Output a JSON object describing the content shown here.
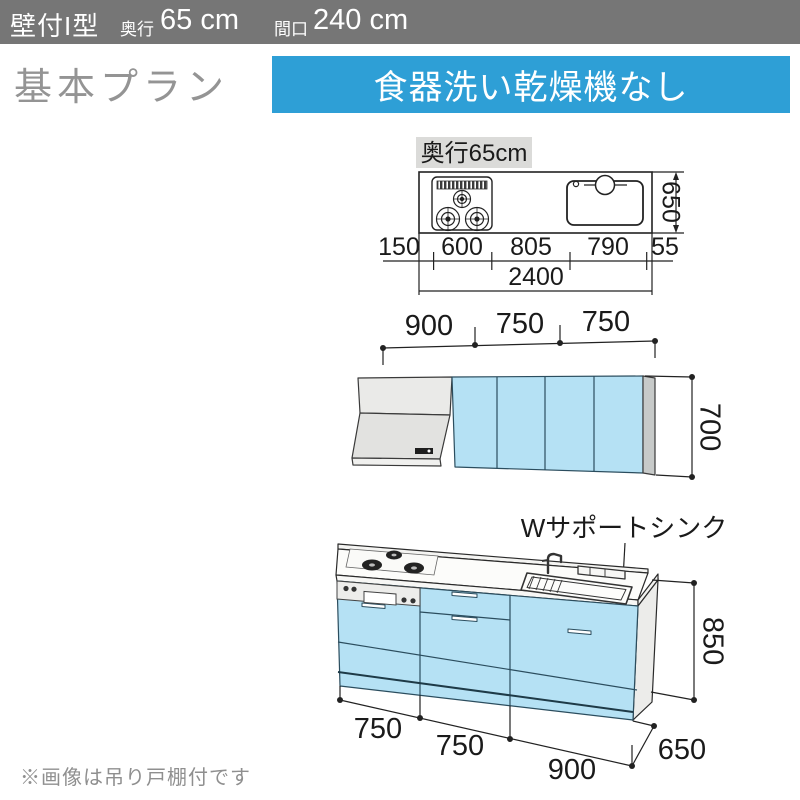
{
  "header": {
    "type": "壁付I型",
    "depth_label": "奥行",
    "depth_value": "65 cm",
    "width_label": "間口",
    "width_value": "240 cm"
  },
  "plan": {
    "title": "基本プラン",
    "banner": "食器洗い乾燥機なし"
  },
  "top_view": {
    "depth_chip": "奥行65cm",
    "segments": [
      "150",
      "600",
      "805",
      "790",
      "55"
    ],
    "total": "2400",
    "depth": "650"
  },
  "wall_view": {
    "widths": [
      "900",
      "750",
      "750"
    ],
    "height": "700"
  },
  "base_view": {
    "sink_label": "Wサポートシンク",
    "widths": [
      "750",
      "750",
      "900"
    ],
    "height": "850",
    "depth": "650"
  },
  "footnote": "※画像は吊り戸棚付です",
  "colors": {
    "accent_blue": "#2E9FD6",
    "cabinet_blue": "#B5E1F4",
    "header_gray": "#767676"
  }
}
